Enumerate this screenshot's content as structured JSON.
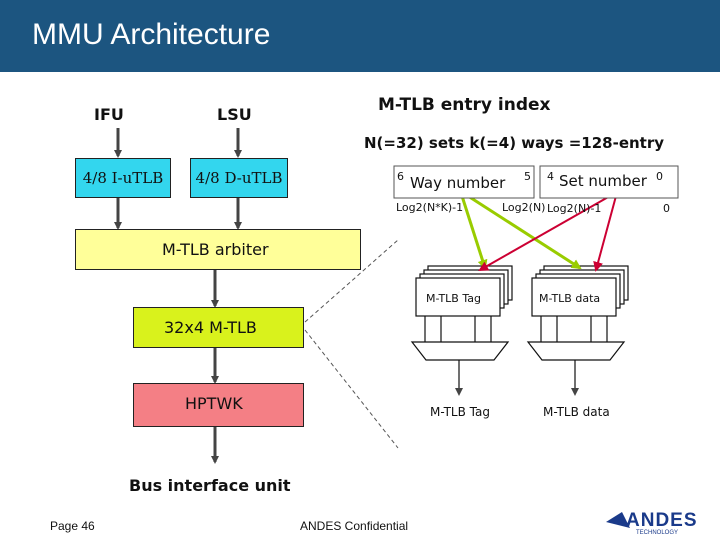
{
  "slide": {
    "title": "MMU Architecture"
  },
  "left": {
    "ifu_label": "IFU",
    "lsu_label": "LSU",
    "i_utlb_label": "4/8 I-uTLB",
    "d_utlb_label": "4/8 D-uTLB",
    "arbiter_label": "M-TLB arbiter",
    "mtlb_label": "32x4 M-TLB",
    "hptwk_label": "HPTWK",
    "biu_label": "Bus interface unit"
  },
  "right": {
    "index_title": "M-TLB entry index",
    "sets_ways": "N(=32) sets  k(=4) ways =128-entry",
    "bit6": "6",
    "way_label": "Way number",
    "bit5": "5",
    "bit4": "4",
    "set_label": "Set number",
    "bit0": "0",
    "log_a": "Log2(N*K)-1",
    "log_b": "Log2(N)",
    "log_c": "Log2(N)-1",
    "log_d": "0",
    "tag_array_label": "M-TLB Tag",
    "data_array_label": "M-TLB data",
    "tag_out_label": "M-TLB Tag",
    "data_out_label": "M-TLB data"
  },
  "footer": {
    "page": "Page 46",
    "confidential": "ANDES Confidential",
    "logo_main": "ANDES",
    "logo_sub": "TECHNOLOGY"
  },
  "colors": {
    "title_bar": "#1c5580",
    "utlb_fill": "#33d6ee",
    "arbiter_fill": "#ffff99",
    "mtlb_fill": "#d9f21c",
    "hptwk_fill": "#f47f85",
    "green_arrow": "#99cc00",
    "red_arrow": "#cc0033",
    "logo_blue": "#1a3a8a"
  }
}
